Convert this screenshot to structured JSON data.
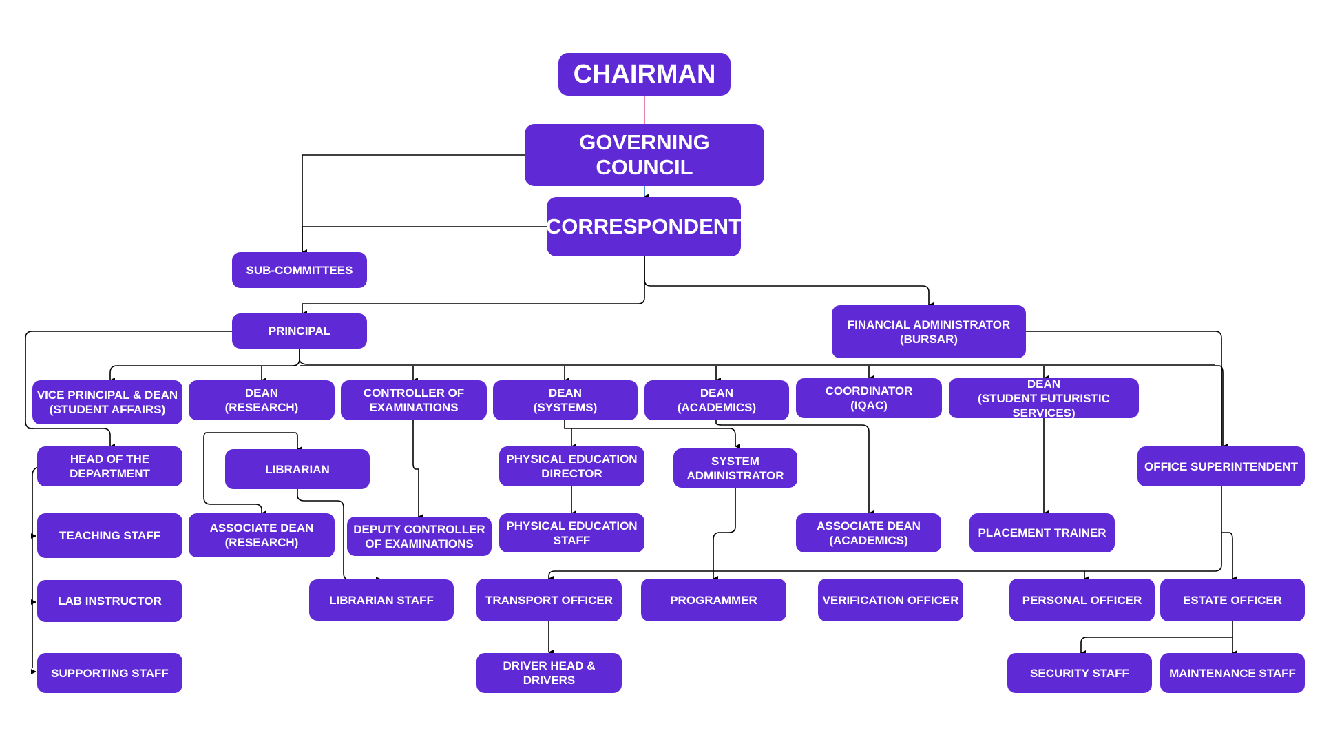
{
  "colors": {
    "box": "#5f2ad6",
    "text": "#ffffff",
    "line": "#000000",
    "chairman_link": "#e0609a"
  },
  "nodes": {
    "chairman": "CHAIRMAN",
    "governing_council": "GOVERNING COUNCIL",
    "correspondent": "CORRESPONDENT",
    "sub_committees": "SUB-COMMITTEES",
    "principal": "PRINCIPAL",
    "financial_administrator": "FINANCIAL ADMINISTRATOR\n(BURSAR)",
    "vice_principal": "VICE PRINCIPAL & DEAN\n(STUDENT AFFAIRS)",
    "dean_research": "DEAN\n(RESEARCH)",
    "controller_exams": "CONTROLLER OF\nEXAMINATIONS",
    "dean_systems": "DEAN\n(SYSTEMS)",
    "dean_academics": "DEAN\n(ACADEMICS)",
    "coordinator_iqac": "COORDINATOR\n(IQAC)",
    "dean_student_futuristic": "DEAN\n(STUDENT FUTURISTIC SERVICES)",
    "head_department": "HEAD OF THE\nDEPARTMENT",
    "librarian": "LIBRARIAN",
    "pe_director": "PHYSICAL EDUCATION\nDIRECTOR",
    "system_administrator": "SYSTEM\nADMINISTRATOR",
    "office_superintendent": "OFFICE SUPERINTENDENT",
    "teaching_staff": "TEACHING STAFF",
    "associate_dean_research": "ASSOCIATE DEAN\n(RESEARCH)",
    "deputy_controller": "DEPUTY CONTROLLER\nOF EXAMINATIONS",
    "pe_staff": "PHYSICAL EDUCATION\nSTAFF",
    "associate_dean_academics": "ASSOCIATE DEAN\n(ACADEMICS)",
    "placement_trainer": "PLACEMENT TRAINER",
    "lab_instructor": "LAB INSTRUCTOR",
    "librarian_staff": "LIBRARIAN STAFF",
    "transport_officer": "TRANSPORT OFFICER",
    "programmer": "PROGRAMMER",
    "verification_officer": "VERIFICATION OFFICER",
    "personal_officer": "PERSONAL OFFICER",
    "estate_officer": "ESTATE OFFICER",
    "supporting_staff": "SUPPORTING STAFF",
    "driver_head": "DRIVER  HEAD &\nDRIVERS",
    "security_staff": "SECURITY STAFF",
    "maintenance_staff": "MAINTENANCE STAFF"
  }
}
